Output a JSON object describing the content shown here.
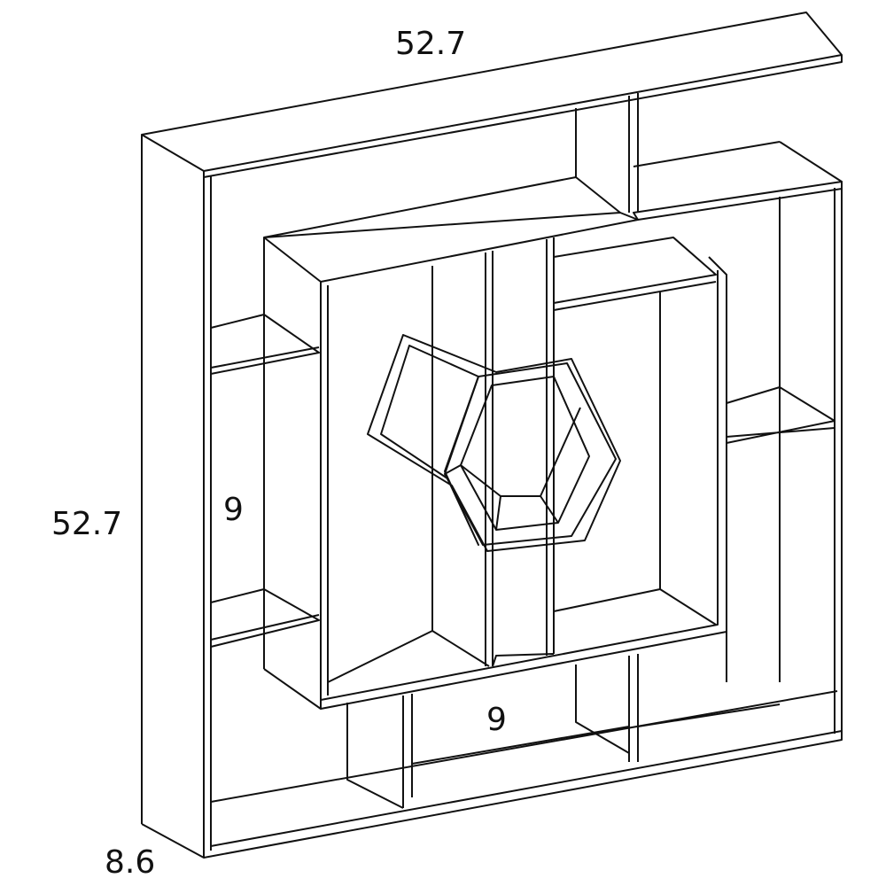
{
  "dimensions": {
    "width": "52.7",
    "height": "52.7",
    "depth": "8.6",
    "side_gap": "9",
    "bottom_gap": "9"
  },
  "colors": {
    "line": "#111111",
    "background": "#ffffff"
  }
}
